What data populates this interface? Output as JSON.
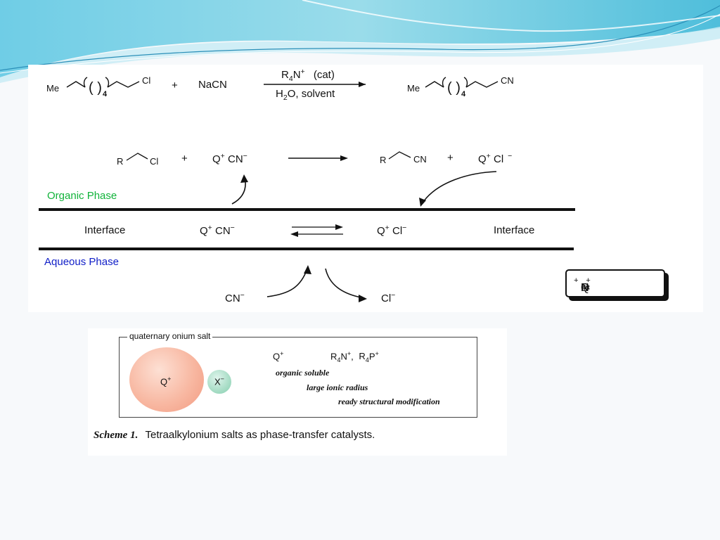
{
  "reaction": {
    "reactant_me": "Me",
    "reactant_cl": "Cl",
    "reactant_n": "4",
    "plus1": "+",
    "reagent": "NaCN",
    "catalyst_base": "R",
    "catalyst_sub": "4",
    "catalyst_rest": "N",
    "catalyst_sup": "+",
    "catalyst_cat": "(cat)",
    "solvent_h": "H",
    "solvent_sub": "2",
    "solvent_rest": "O, solvent",
    "product_me": "Me",
    "product_cn": "CN",
    "product_n": "4"
  },
  "mechanism": {
    "organic": {
      "r1": "R",
      "cl1": "Cl",
      "plus_a": "+",
      "qcn": "Q",
      "qcn_sup": "+",
      "qcn_rest": "CN",
      "qcn_minus": "−",
      "r2": "R",
      "cn2": "CN",
      "plus_b": "+",
      "qcl": "Q",
      "qcl_sup": "+",
      "qcl_rest": "Cl",
      "qcl_minus": "−",
      "phase_label": "Organic Phase"
    },
    "interface": {
      "left_label": "Interface",
      "right_label": "Interface",
      "qcn": "Q",
      "qcn_sup": "+",
      "qcn_rest": "CN",
      "qcn_minus": "−",
      "qcl": "Q",
      "qcl_sup": "+",
      "qcl_rest": "Cl",
      "qcl_minus": "−"
    },
    "aqueous": {
      "phase_label": "Aqueous Phase",
      "cn": "CN",
      "cn_minus": "−",
      "cl": "Cl",
      "cl_minus": "−"
    },
    "q_definition": {
      "q": "Q",
      "q_sup": "+",
      "eq": "=",
      "r": "R",
      "r_sub": "4",
      "n": "N",
      "n_sup": "+"
    }
  },
  "onium": {
    "box_title": "quaternary onium salt",
    "cation": "Q",
    "cation_sup": "+",
    "anion": "X",
    "anion_sup": "−",
    "def_q": "Q",
    "def_q_sup": "+",
    "def_r1": "R",
    "def_r1_sub": "4",
    "def_n": "N",
    "def_n_sup": "+",
    "def_comma": ",",
    "def_r2": "R",
    "def_r2_sub": "4",
    "def_p": "P",
    "def_p_sup": "+",
    "prop1": "organic soluble",
    "prop2": "large ionic radius",
    "prop3": "ready structural modification"
  },
  "caption": {
    "label": "Scheme 1.",
    "text": "Tetraalkylonium salts as phase-transfer catalysts."
  },
  "colors": {
    "organic_phase": "#11b33a",
    "aqueous_phase": "#1220c8",
    "banner": "#5ec9e6"
  }
}
